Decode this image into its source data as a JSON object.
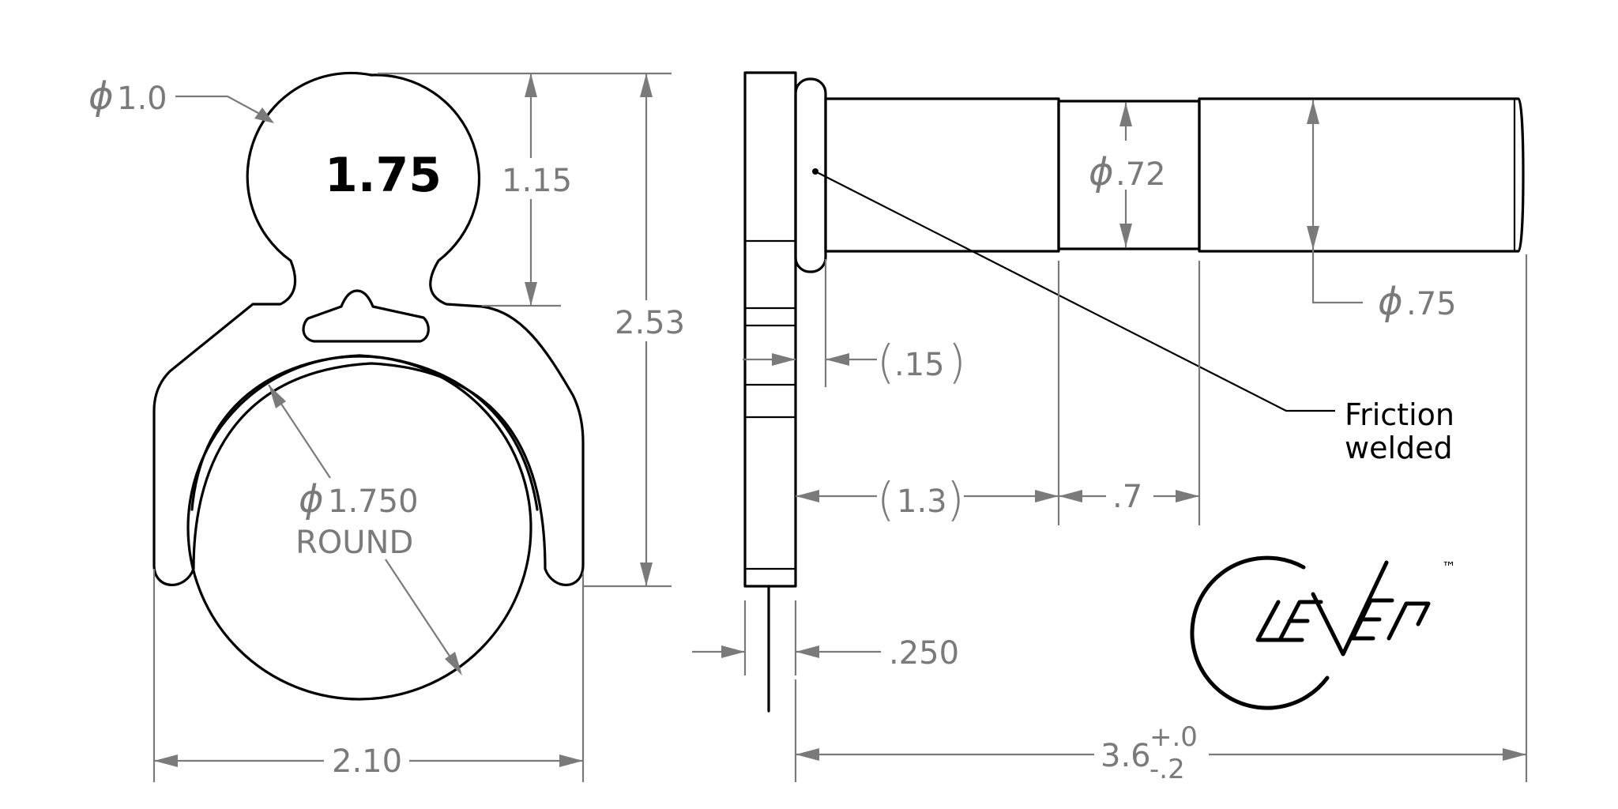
{
  "front_view": {
    "stamp": "1.75",
    "dim_ball_dia": "1.0",
    "dim_ball_height": "1.15",
    "dim_overall_height": "2.53",
    "dim_bore_dia": "1.750",
    "dim_bore_note": "ROUND",
    "dim_overall_width": "2.10"
  },
  "side_view": {
    "dim_shaft_dia_small": ".72",
    "dim_shaft_dia_large": ".75",
    "dim_flange": ".15",
    "dim_length_first": "1.3",
    "dim_length_second": ".7",
    "dim_plate_thickness": ".250",
    "dim_overall_length": "3.6",
    "tol_upper": "+.0",
    "tol_lower": "-.2",
    "note_line1": "Friction",
    "note_line2": "welded"
  },
  "symbols": {
    "diameter": "ϕ"
  },
  "logo": {
    "name": "clever-logo",
    "trademark": "™"
  }
}
